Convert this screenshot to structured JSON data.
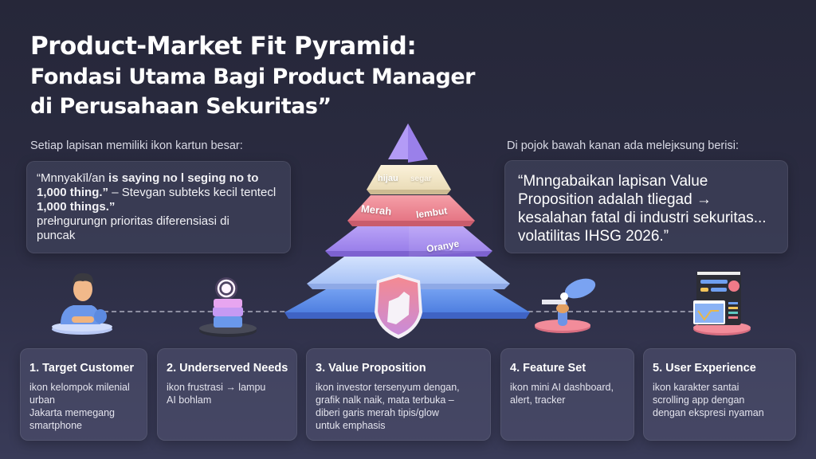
{
  "title": {
    "line1": "Product-Market Fit Pyramid:",
    "line2": "Fondasi Utama Bagi Product Manager",
    "line3": "di Perusahaan Sekuritas”"
  },
  "left_section": {
    "label": "Setiap lapisan memiliki ikon kartun besar:",
    "quote_line1_a": "“Mnnyakīl/an ",
    "quote_line1_b": "is saying no l seging no to",
    "quote_line2_b": "1,000 thing.”",
    "quote_line2_c": " – Stevgan subteks kecil tentecl",
    "quote_line3_b": "1,000 things.”",
    "quote_line4": "prełngurungn prioritas diferensiasi di",
    "quote_line5": "puncak"
  },
  "right_section": {
    "label": "Di pojok bawah kanan ada melejĸsung berisi:",
    "quote": "“Mnngabaikan lapisan Value Proposition adalah tliegad  → kesalahan fatal di industri sekuritas... volatilitas IHSG 2026.”"
  },
  "pyramid": {
    "layers": [
      {
        "name": "apex",
        "color": "#b49cf5",
        "labels": []
      },
      {
        "name": "layer-2",
        "color": "#f3e6c8",
        "labels": [
          "hijau",
          "segar"
        ]
      },
      {
        "name": "layer-3",
        "color": "#ee8290",
        "labels": [
          "Merah",
          "lembut"
        ]
      },
      {
        "name": "layer-4",
        "color": "#a98ef0",
        "labels": [
          "Oranye"
        ]
      },
      {
        "name": "layer-5",
        "color": "#bcd2fb",
        "labels": []
      },
      {
        "name": "layer-6",
        "color": "#6f9cf0",
        "labels": []
      }
    ],
    "shield_color": "#f08a96"
  },
  "steps": [
    {
      "title": "1. Target Customer",
      "lines": [
        "ikon kelompok milenial",
        "urban",
        "Jakarta memegang",
        "smartphone"
      ],
      "icon": "person-with-phone-icon"
    },
    {
      "title": "2. Underserved Needs",
      "lines": [
        "ikon frustrasi → lampu",
        "AI bohlam"
      ],
      "icon": "lightbulb-stack-icon"
    },
    {
      "title": "3. Value Proposition",
      "lines": [
        "ikon investor tersenyum dengan,",
        "grafik nalk naik, mata terbuka –",
        "diberi garis merah tipis/glow",
        "untuk emphasis"
      ],
      "icon": "shield-icon"
    },
    {
      "title": "4. Feature Set",
      "lines": [
        "ikon mini AI dashboard,",
        "alert, tracker"
      ],
      "icon": "satellite-dish-icon"
    },
    {
      "title": "5. User Experience",
      "lines": [
        "ikon karakter santai",
        "scrolling app dengan",
        "dengan ekspresi nyaman"
      ],
      "icon": "dashboard-screen-icon"
    }
  ]
}
